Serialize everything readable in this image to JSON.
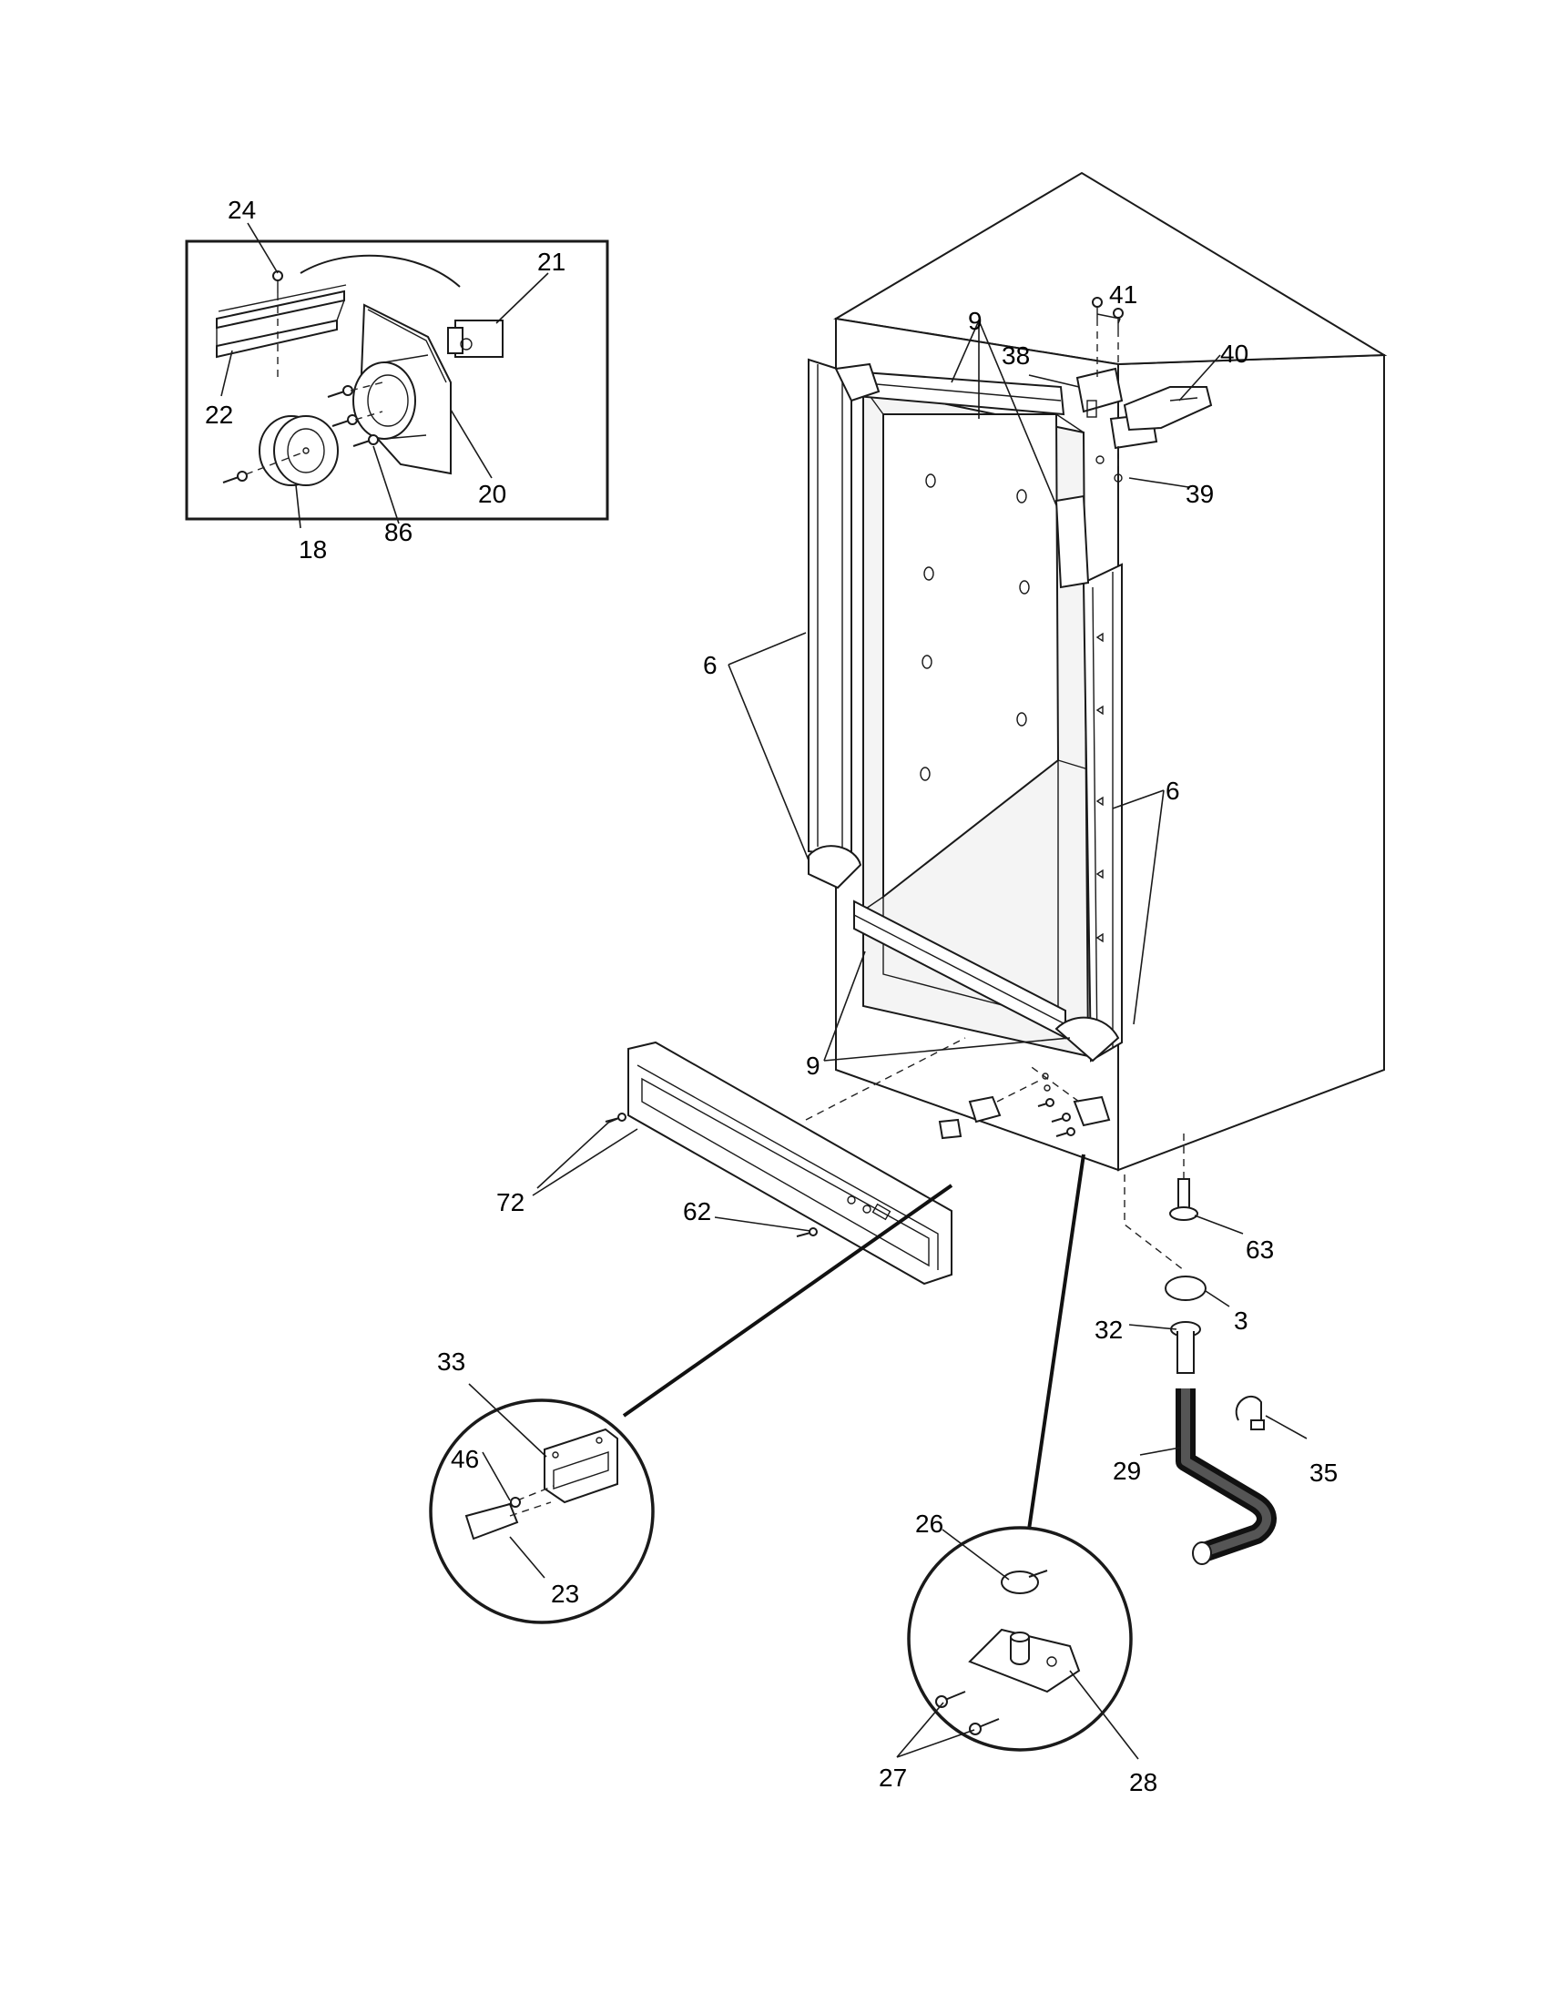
{
  "callouts": {
    "c3": "3",
    "c6a": "6",
    "c6b": "6",
    "c9a": "9",
    "c9b": "9",
    "c18": "18",
    "c20": "20",
    "c21": "21",
    "c22": "22",
    "c23": "23",
    "c24": "24",
    "c26": "26",
    "c27": "27",
    "c28": "28",
    "c29": "29",
    "c32": "32",
    "c33": "33",
    "c35": "35",
    "c38": "38",
    "c39": "39",
    "c40": "40",
    "c41": "41",
    "c46": "46",
    "c62": "62",
    "c63": "63",
    "c72": "72",
    "c86": "86"
  }
}
